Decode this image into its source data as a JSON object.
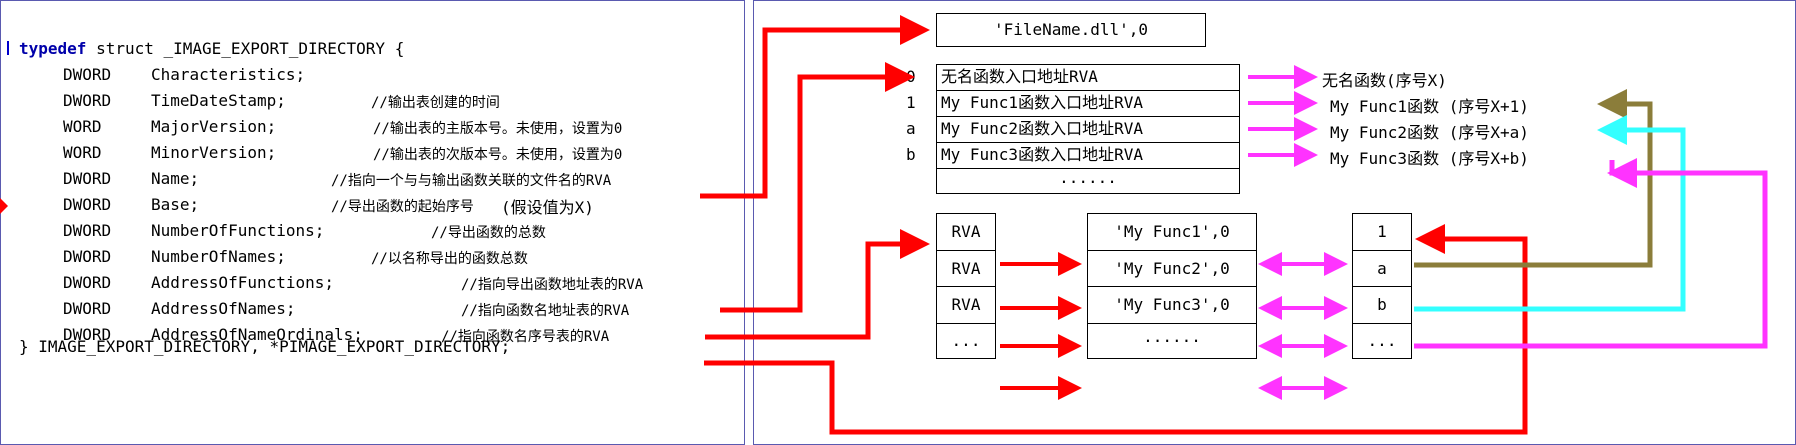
{
  "code": {
    "lines": [
      {
        "parts": [
          "typedef",
          " struct _IMAGE_EXPORT_DIRECTORY {"
        ]
      },
      {
        "field_type": "DWORD",
        "field_name": "Characteristics;",
        "comment": ""
      },
      {
        "field_type": "DWORD",
        "field_name": "TimeDateStamp;",
        "comment": "//输出表创建的时间"
      },
      {
        "field_type": "WORD",
        "field_name": "MajorVersion;",
        "comment": "//输出表的主版本号。未使用，设置为0"
      },
      {
        "field_type": "WORD",
        "field_name": "MinorVersion;",
        "comment": "//输出表的次版本号。未使用，设置为0"
      },
      {
        "field_type": "DWORD",
        "field_name": "Name;",
        "comment": "//指向一个与与输出函数关联的文件名的RVA"
      },
      {
        "field_type": "DWORD",
        "field_name": "Base;",
        "comment": "//导出函数的起始序号",
        "comment_red": "(假设值为X)"
      },
      {
        "field_type": "DWORD",
        "field_name": "NumberOfFunctions;",
        "comment": "//导出函数的总数"
      },
      {
        "field_type": "DWORD",
        "field_name": "NumberOfNames;",
        "comment": "//以名称导出的函数总数"
      },
      {
        "field_type": "DWORD",
        "field_name": "AddressOfFunctions;",
        "comment": "//指向导出函数地址表的RVA"
      },
      {
        "field_type": "DWORD",
        "field_name": "AddressOfNames;",
        "comment": "//指向函数名地址表的RVA"
      },
      {
        "field_type": "DWORD",
        "field_name": "AddressOfNameOrdinals;",
        "comment": "//指向函数名序号表的RVA"
      }
    ],
    "closing": "} IMAGE_EXPORT_DIRECTORY, *PIMAGE_EXPORT_DIRECTORY;"
  },
  "diagram": {
    "filename_box": "'FileName.dll',0",
    "eat_indices": [
      "0",
      "1",
      "a",
      "b"
    ],
    "eat_rows": [
      "无名函数入口地址RVA",
      "My Func1函数入口地址RVA",
      "My Func2函数入口地址RVA",
      "My Func3函数入口地址RVA",
      "......"
    ],
    "eat_results": [
      "无名函数(序号X)",
      "My Func1函数 (序号X+1)",
      "My Func2函数 (序号X+a)",
      "My Func3函数 (序号X+b)"
    ],
    "name_rva_rows": [
      "RVA",
      "RVA",
      "RVA",
      "..."
    ],
    "name_string_rows": [
      "'My Func1',0",
      "'My Func2',0",
      "'My Func3',0",
      "......"
    ],
    "ordinal_rows": [
      "1",
      "a",
      "b",
      "..."
    ],
    "colors": {
      "red": "#ff0000",
      "magenta": "#ff33ff",
      "olive": "#8b7d3a",
      "cyan": "#33ffff"
    }
  }
}
